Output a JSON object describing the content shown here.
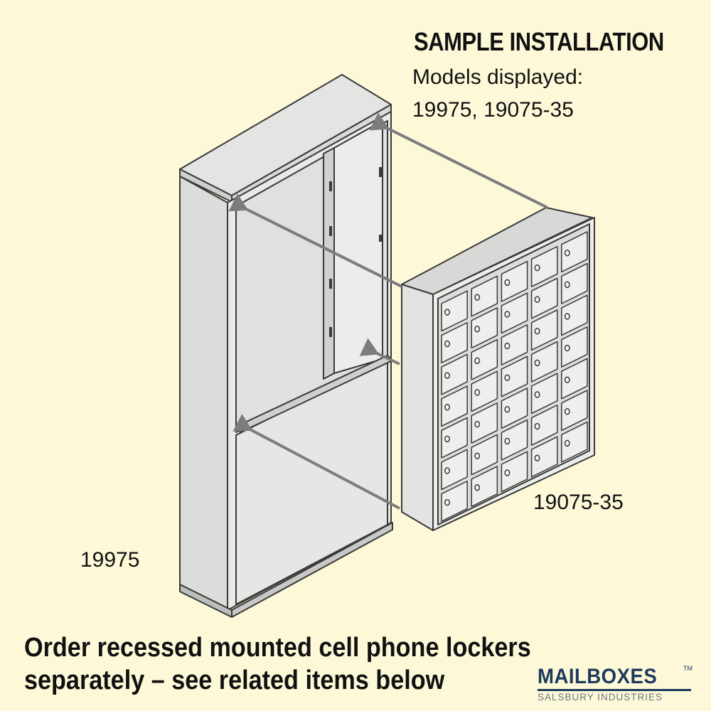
{
  "header": {
    "title": "SAMPLE INSTALLATION",
    "models_line1": "Models displayed:",
    "models_line2": "19975, 19075-35"
  },
  "labels": {
    "locker": "19075-35",
    "cabinet": "19975"
  },
  "footer": {
    "line1": "Order recessed mounted cell phone lockers",
    "line2": "separately – see related items below"
  },
  "logo": {
    "main": "MAILBOXES",
    "tm": "TM",
    "sub": "SALSBURY INDUSTRIES"
  },
  "locker_grid": {
    "columns": 5,
    "rows": 7
  },
  "colors": {
    "background": "#fdf9d8",
    "metal_light": "#e8e8e6",
    "metal_mid": "#d6d6d4",
    "metal_dark": "#bdbdbb",
    "outline": "#3a3a3a",
    "arrow": "#7c7c7c",
    "logo": "#1c3a5c"
  },
  "icons": {
    "arrow": "arrow-right-to-left"
  }
}
